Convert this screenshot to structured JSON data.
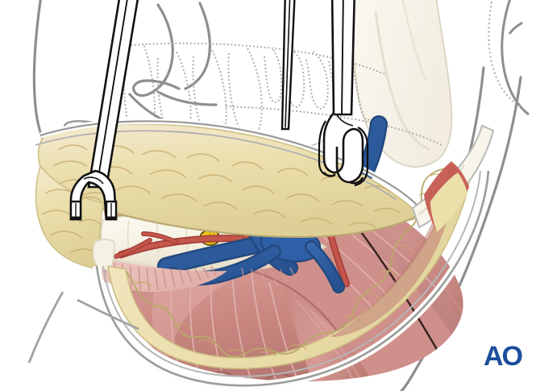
{
  "illustration": {
    "title": "Submandibular (extraoral) approach to the mandibular body and angle",
    "subject": "Lateral view of the mandible exposed through a submandibular skin incision with the skin-subcutaneous flap retracted superiorly",
    "view": "right lateral oblique",
    "logo_label": "AO",
    "logo_color": "#1b4e9c",
    "background_color": "#ffffff"
  },
  "palette": {
    "outline_gray": "#8a8a8a",
    "outline_gray_light": "#b5b5b5",
    "dotted_teeth_gray": "#b0aaa4",
    "subcutaneous_fat": "#ece0ae",
    "subcutaneous_fat_shadow": "#ddcf97",
    "subcutaneous_fat_light": "#f5ecc8",
    "bone_cream": "#f6f2e6",
    "bone_shadow": "#e8e2d0",
    "muscle_rose": "#c98a86",
    "muscle_rose_light": "#dda9a4",
    "muscle_rose_dark": "#b4736f",
    "muscle_pale": "#e9c4bf",
    "vein_blue": "#2f5fa6",
    "vein_blue_dark": "#24497f",
    "artery_red": "#c4564c",
    "artery_red_dark": "#a03c34",
    "nerve_yellow": "#e8c41d",
    "instrument_white": "#ffffff",
    "instrument_outline": "#111111",
    "skin_margin": "#fbfbfb"
  },
  "anatomy": {
    "labels": [
      {
        "name": "facial-profile-outline",
        "tissue": "skin surface contour of the face, transparent line drawing"
      },
      {
        "name": "dentition-outline",
        "tissue": "maxillary and mandibular teeth shown as dotted transparent outlines"
      },
      {
        "name": "mandibular-ramus",
        "tissue": "bone, ghosted behind the retracted flap"
      },
      {
        "name": "mandibular-body",
        "tissue": "bone, cream colored exposed surface"
      },
      {
        "name": "inferior-border-of-mandible",
        "tissue": "bone edge"
      },
      {
        "name": "mental-nerve",
        "tissue": "nerve exiting mental foramen, yellow"
      },
      {
        "name": "facial-artery",
        "tissue": "artery, red"
      },
      {
        "name": "facial-vein",
        "tissue": "vein, blue, with branching tributaries"
      },
      {
        "name": "masseter-muscle",
        "tissue": "striated muscle, rose, lying over the ramus"
      },
      {
        "name": "platysma-muscle",
        "tissue": "striated muscle layer at wound margin"
      },
      {
        "name": "digastric-muscle",
        "tissue": "striated muscle, rose, at the submental region"
      },
      {
        "name": "subcutaneous-fat-flap",
        "tissue": "fatty tissue of the elevated skin flap, pale yellow"
      },
      {
        "name": "skin-incision-margin",
        "tissue": "cut skin edge, white-gray rim outlining the wound"
      }
    ]
  },
  "instruments": [
    {
      "name": "two-prong-retractor-left",
      "type": "double-pronged skin hook retractor",
      "position": "left",
      "label": "retractor"
    },
    {
      "name": "two-prong-retractor-right",
      "type": "double-pronged skin hook retractor",
      "position": "center-right",
      "label": "retractor"
    }
  ]
}
